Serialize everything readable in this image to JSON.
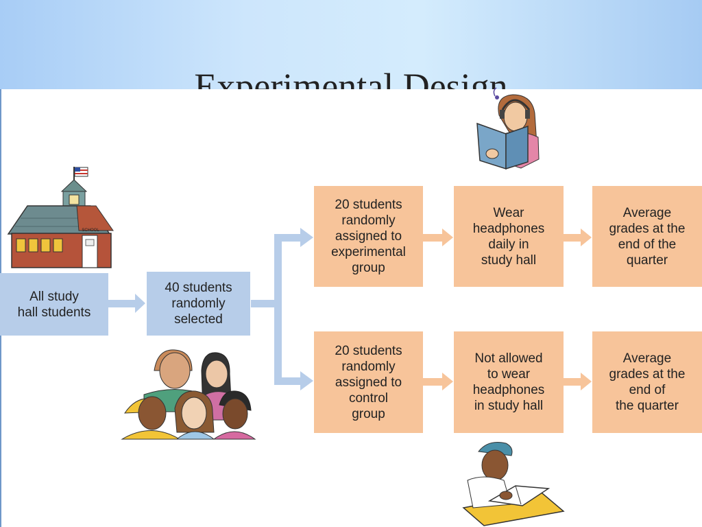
{
  "slide": {
    "title": "Experimental Design"
  },
  "nodes": {
    "population": "All study\nhall students",
    "sample": "40 students\nrandomly\nselected",
    "experimental_group": "20 students\nrandomly\nassigned to\nexperimental\ngroup",
    "experimental_treatment": "Wear\nheadphones\ndaily in\nstudy hall",
    "experimental_outcome": "Average\ngrades at the\nend of the\nquarter",
    "control_group": "20 students\nrandomly\nassigned to\ncontrol\ngroup",
    "control_treatment": "Not allowed\nto wear\nheadphones\nin study hall",
    "control_outcome": "Average\ngrades at the\nend of\nthe quarter"
  },
  "illustrations": {
    "school_sign": "SCHOOL"
  },
  "colors": {
    "process_blue": "#b7cde9",
    "group_orange": "#f7c49a",
    "arrow_blue": "#b7cde9",
    "arrow_orange": "#f7c49a",
    "header_blue": "#a8cdf6"
  }
}
